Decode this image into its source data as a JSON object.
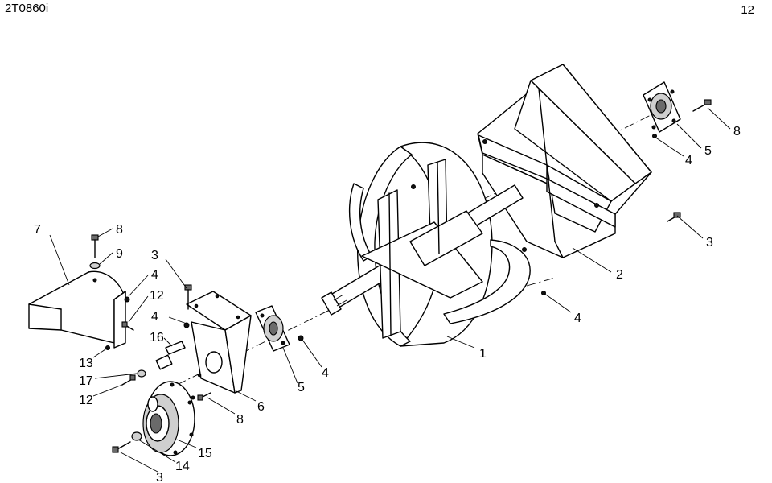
{
  "header": {
    "doc_code": "2T0860i",
    "page_number": "12"
  },
  "callouts": {
    "c1": "1",
    "c2": "2",
    "c3_right": "3",
    "c4_right": "4",
    "c5_top": "5",
    "c4_top": "4",
    "c8_top": "8",
    "c7": "7",
    "c8_left": "8",
    "c9": "9",
    "c3_left": "3",
    "c4_left_a": "4",
    "c12_a": "12",
    "c4_left_b": "4",
    "c16": "16",
    "c13": "13",
    "c17": "17",
    "c12_b": "12",
    "c5_mid": "5",
    "c4_mid": "4",
    "c6": "6",
    "c8_mid": "8",
    "c15": "15",
    "c14": "14",
    "c3_bottom": "3"
  }
}
